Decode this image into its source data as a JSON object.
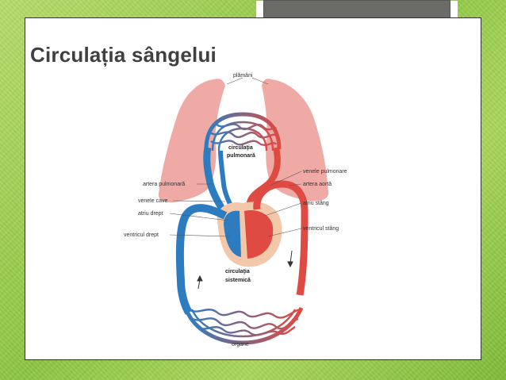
{
  "slide": {
    "title": "Circulația sângelui"
  },
  "diagram": {
    "labels": {
      "plamani": "plămâni",
      "circ_pulm_1": "circulaţia",
      "circ_pulm_2": "pulmonară",
      "venele_pulmonare": "venele pulmonare",
      "artera_pulmonara": "artera pulmonară",
      "artera_aorta": "artera aortă",
      "venele_cave": "venele cave",
      "atriu_drept": "atriu drept",
      "atriu_stang": "atriu stâng",
      "ventricul_drept": "ventricul drept",
      "ventricul_stang": "ventricul stâng",
      "circ_sist_1": "circulaţia",
      "circ_sist_2": "sistemică",
      "organe": "organe"
    },
    "colors": {
      "oxygen_poor": "#2e7cc0",
      "oxygen_rich": "#df4a43",
      "lungs": "#f0aaa6",
      "heart": "#f3c7a9"
    }
  }
}
